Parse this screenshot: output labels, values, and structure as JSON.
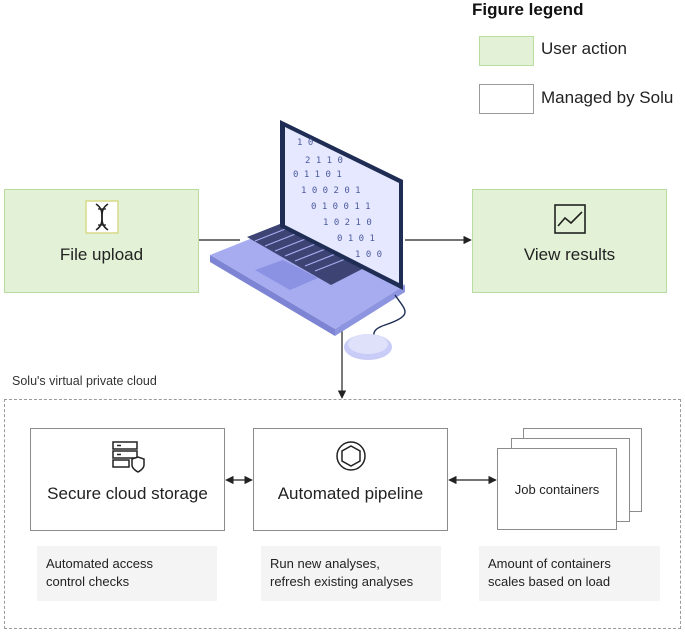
{
  "legend": {
    "title": "Figure legend",
    "items": [
      {
        "label": "User action",
        "color": "#e3f2d6"
      },
      {
        "label": "Managed by Solu",
        "color": "#ffffff"
      }
    ]
  },
  "nodes": {
    "file_upload": {
      "label": "File upload",
      "icon": "dna-icon"
    },
    "view_results": {
      "label": "View results",
      "icon": "chart-icon"
    },
    "laptop": {
      "icon": "laptop-icon"
    },
    "vpc_label": "Solu's virtual private cloud",
    "storage": {
      "label": "Secure cloud storage",
      "icon": "server-shield-icon"
    },
    "pipeline": {
      "label": "Automated pipeline",
      "icon": "pipeline-icon"
    },
    "containers": {
      "label": "Job containers"
    }
  },
  "notes": {
    "storage": [
      "Automated access",
      "control checks"
    ],
    "pipeline": [
      "Run new analyses,",
      "refresh existing analyses"
    ],
    "containers": [
      "Amount of containers",
      "scales based on load"
    ]
  },
  "colors": {
    "user_action": "#e3f2d6",
    "laptop_body": "#a6acef",
    "laptop_screen": "#1f2d55",
    "laptop_keys": "#3d4474"
  }
}
